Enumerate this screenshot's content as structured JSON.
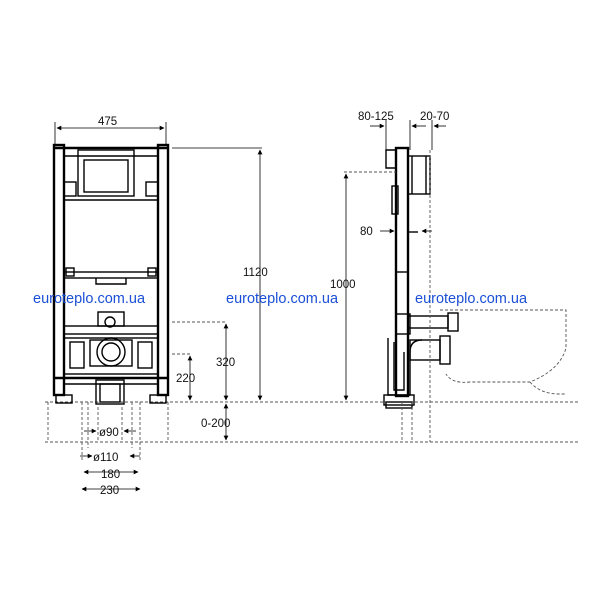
{
  "dimensions": {
    "width_total": "475",
    "height_total": "1120",
    "height_1000": "1000",
    "offset_320": "320",
    "offset_220": "220",
    "floor_range": "0-200",
    "diameter_90": "ø90",
    "diameter_110": "ø110",
    "width_180": "180",
    "width_230": "230",
    "depth_80_125": "80-125",
    "depth_20_70": "20-70",
    "depth_80": "80"
  },
  "watermarks": [
    "euroteplo.com.ua",
    "euroteplo.com.ua",
    "euroteplo.com.ua"
  ],
  "colors": {
    "watermark": "#1a4fd6",
    "lines": "#000000"
  }
}
